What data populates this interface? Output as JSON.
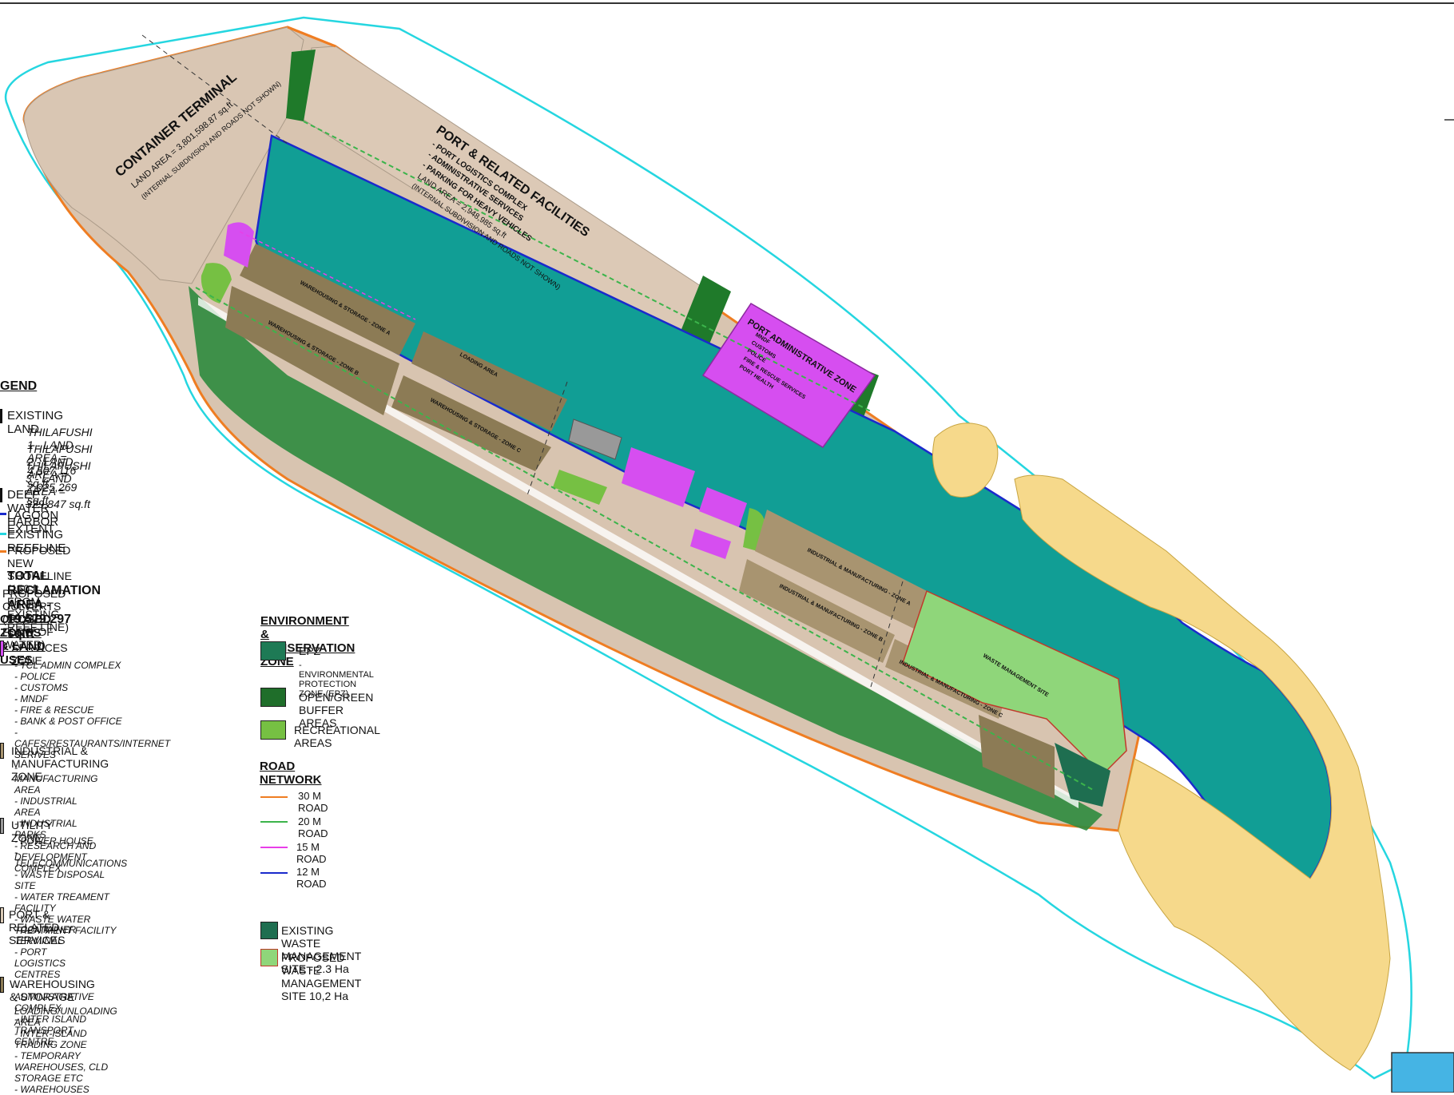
{
  "map_labels": {
    "container_terminal": {
      "title": "CONTAINER TERMINAL",
      "area": "LAND AREA = 3,801,598.87 sq.ft",
      "note": "(INTERNAL SUBDIVISION AND ROADS NOT SHOWN)"
    },
    "port_facilities": {
      "title": "PORT & RELATED FACILITIES",
      "items": [
        "- PORT LOGISTICS COMPLEX",
        "- ADMINISTRATIVE SERVICES",
        "- PARKING FOR HEAVY VEHICLES"
      ],
      "area": "LAND AREA = 2,948,985 sq.ft",
      "note": "(INTERNAL SUBDIVISION AND ROADS NOT SHOWN)"
    },
    "port_admin": {
      "title": "PORT ADMINISTRATIVE ZONE",
      "items": [
        "MNDF",
        "CUSTOMS",
        "POLICE",
        "FIRE & RESCUE SERVICES",
        "PORT HEALTH"
      ]
    },
    "wh_zone_a": "WAREHOUSING & STORAGE - ZONE A",
    "wh_zone_b": "WAREHOUSING & STORAGE - ZONE B",
    "wh_zone_c": "WAREHOUSING & STORAGE - ZONE C",
    "loading_area": "LOADING AREA",
    "ind_zone_a": "INDUSTRIAL & MANUFACTURING - ZONE A",
    "ind_zone_b": "INDUSTRIAL & MANUFACTURING - ZONE B",
    "ind_zone_c": "INDUSTRIAL & MANUFACTURING - ZONE C",
    "waste_site": "WASTE MANAGEMENT SITE"
  },
  "legend": {
    "title": "GEND",
    "existing_land": {
      "label": "EXISTING LAND",
      "areas": [
        {
          "name": "THILAFUSHI 1 - LAND AREA = ",
          "value": "4,507,116",
          "unit": " sq.ft"
        },
        {
          "name": "THILAFUSHI 2 - LAND AREA = ",
          "value": "2,025,269",
          "unit": " sq.ft"
        },
        {
          "name": "THILAFUSHI 3 - LAND AREA = ",
          "value": "329,847",
          "unit": " sq.ft"
        }
      ]
    },
    "deep_water_harbor": "DEEP WATER HARBOR",
    "lagoon_extent": "LAGOON EXTENT",
    "existing_reefline": "EXISTING REEFLINE",
    "proposed_shoreline": "PROPOSED NEW SHORELINE (150 ft FROM EXISTING REEF LINE)",
    "total_reclamation": "TOTAL RECLAMATION AREA - 19,579,297 sq.ft",
    "proposed_culverts": "PROPOSED CULVERTS  (TO AID FLOW OF WATER)",
    "zones_header": "OPOSED ZONES & LAND USES",
    "zones": [
      {
        "label": "SERVICES ZONE",
        "color": "#d24ef0",
        "items": [
          "- TCL ADMIN COMPLEX",
          "- POLICE",
          "- CUSTOMS",
          "- MNDF",
          "- FIRE & RESCUE",
          "- BANK & POST OFFICE",
          "- CAFES/RESTAURANTS/INTERNET SERIVES"
        ]
      },
      {
        "label": "INDUSTRIAL & MANUFACTURING ZONE",
        "color": "#a89470",
        "items": [
          "- MANUFACTURING AREA",
          "- INDUSTRIAL AREA",
          "- INDUSTRIAL PARKS",
          "- RESEARCH AND DEVELOPMENT COMPLEX"
        ]
      },
      {
        "label": "UTILITY ZONE",
        "color": "#999999",
        "items": [
          "- POWER HOUSE",
          "- TELECOMMUNICATIONS",
          "- WASTE DISPOSAL SITE",
          "- WATER TREAMENT FACILITY",
          "- WASTE WATER TREATMENT FACILITY"
        ]
      },
      {
        "label": "PORT & RELATED SERVICES",
        "color": "#d9c9b5",
        "items": [
          "- CONTAINER TERMINAL",
          "- PORT LOGISTICS CENTRES",
          "- ADMINISTRATIVE COMPLEX",
          "- INTER ISLAND TRANSPORT CENTRE"
        ]
      },
      {
        "label": "WAREHOUSING & STORAGE",
        "color": "#8c7b55",
        "items": [
          "- LOADING/UNLOADING AREA",
          "- INTER-ISLAND TRADING ZONE",
          "- TEMPORARY WAREHOUSES, CLD STORAGE ETC",
          "- WAREHOUSES"
        ]
      }
    ],
    "environment": {
      "header": "ENVIRONMENT & CONSERVATION ZONE",
      "epz": {
        "label": "EPZ",
        "sub": "ENVIRONMENTAL PROTECTION ZONE (EPZ)",
        "color": "#1e7a55"
      },
      "open_green": {
        "label": "OPEN/GREEN BUFFER AREAS",
        "color": "#1f6e2a"
      },
      "recreational": {
        "label": "RECREATIONAL AREAS",
        "color": "#76c043"
      }
    },
    "roads": {
      "header": "ROAD NETWORK",
      "items": [
        {
          "label": "30 M ROAD",
          "color": "#ef7d22"
        },
        {
          "label": "20 M ROAD",
          "color": "#3cb44b"
        },
        {
          "label": "15 M ROAD",
          "color": "#e83ee8"
        },
        {
          "label": "12 M ROAD",
          "color": "#1a2acc"
        }
      ]
    },
    "waste": {
      "existing": {
        "label": "EXISTING WASTE MANAGEMENT SITE - 2.3 Ha",
        "color": "#1e6e50"
      },
      "proposed": {
        "label": "PROPOSED WASTE MANAGEMENT SITE 10,2 Ha",
        "color": "#8fd67a"
      }
    }
  }
}
